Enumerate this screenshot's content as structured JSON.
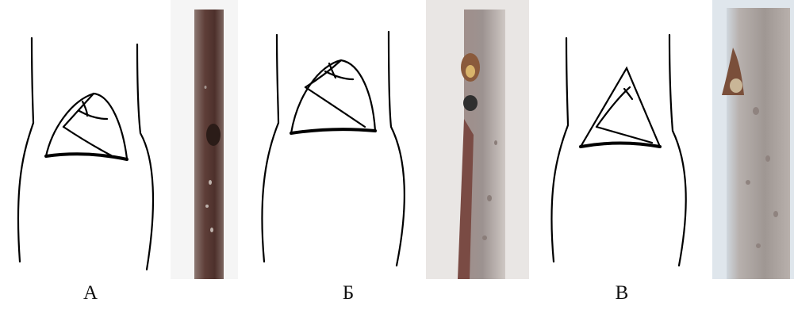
{
  "figure": {
    "panels": [
      {
        "id": "A",
        "label": "А"
      },
      {
        "id": "B",
        "label": "Б"
      },
      {
        "id": "V",
        "label": "В"
      }
    ]
  },
  "colors": {
    "ink": "#000000",
    "bark_a": "#5a3b35",
    "bark_b": "#9b8f8a",
    "bark_c": "#a79e9b"
  }
}
